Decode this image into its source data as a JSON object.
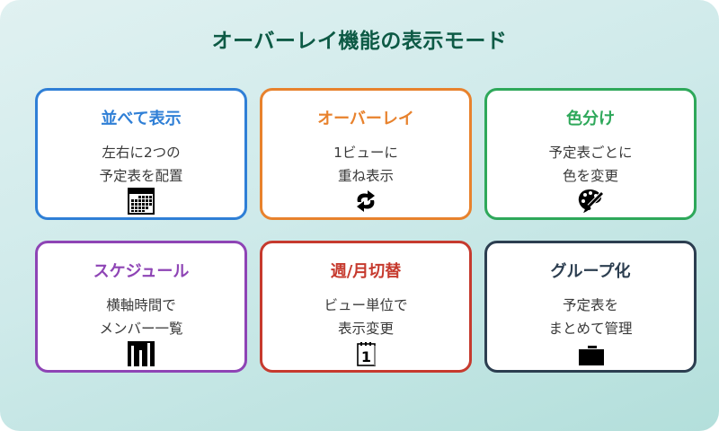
{
  "title": "オーバーレイ機能の表示モード",
  "colors": {
    "title": "#0d5a45",
    "background_start": "#e0f1f1",
    "background_end": "#b3dfdb"
  },
  "cards": [
    {
      "title": "並べて表示",
      "lines": [
        "左右に2つの",
        "予定表を配置"
      ],
      "icon": "calendar-grid-icon",
      "color": "#2f7fd6"
    },
    {
      "title": "オーバーレイ",
      "lines": [
        "1ビューに",
        "重ね表示"
      ],
      "icon": "cycle-arrows-icon",
      "color": "#e8822d"
    },
    {
      "title": "色分け",
      "lines": [
        "予定表ごとに",
        "色を変更"
      ],
      "icon": "palette-icon",
      "color": "#2ea85a"
    },
    {
      "title": "スケジュール",
      "lines": [
        "横軸時間で",
        "メンバー一覧"
      ],
      "icon": "bar-chart-icon",
      "color": "#8e44b5"
    },
    {
      "title": "週/月切替",
      "lines": [
        "ビュー単位で",
        "表示変更"
      ],
      "icon": "calendar-day-icon",
      "color": "#c63a2e"
    },
    {
      "title": "グループ化",
      "lines": [
        "予定表を",
        "まとめて管理"
      ],
      "icon": "briefcase-icon",
      "color": "#2c3e50"
    }
  ]
}
